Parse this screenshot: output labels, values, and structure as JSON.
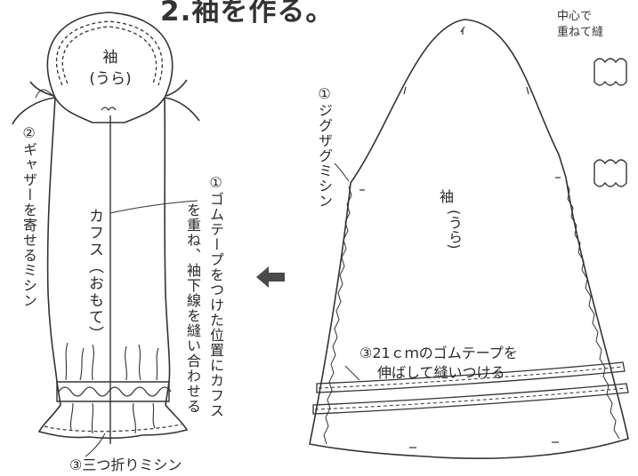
{
  "heading": "2.袖を作る。",
  "corner_note": [
    "中心で",
    "重ねて縫"
  ],
  "left_figure": {
    "sleeve_label": "袖",
    "sleeve_sub": "(うら)",
    "step2": "②ギャザーを寄せるミシン",
    "cuff_label": "カフス（おもて）",
    "step1": [
      "①ゴムテープをつけた位置にカフス",
      "を重ね、袖下線を縫い合わせる"
    ],
    "step3": "③三つ折りミシン"
  },
  "right_figure": {
    "step1": "①ジグザグミシン",
    "sleeve_label": "袖",
    "sleeve_sub": "(うら)",
    "step3": [
      "③21ｃｍのゴムテープを",
      "伸ばして縫いつける"
    ]
  },
  "arrow_icon": "left-arrow-icon"
}
